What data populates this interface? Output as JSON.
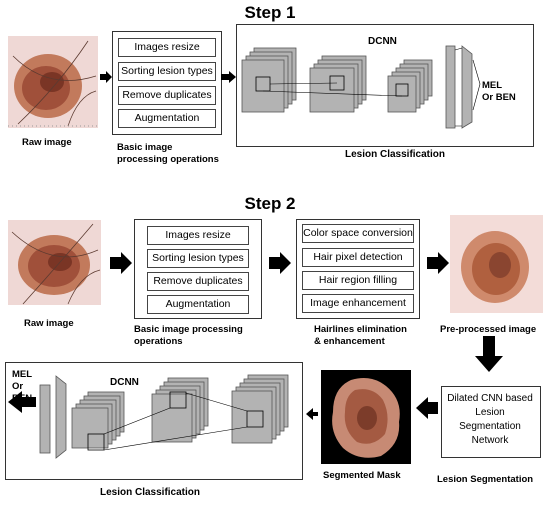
{
  "step1": {
    "title": "Step 1",
    "raw_image_caption": "Raw image",
    "preprocessing": {
      "ops": [
        "Images resize",
        "Sorting lesion types",
        "Remove duplicates",
        "Augmentation"
      ],
      "caption": "Basic image\nprocessing operations"
    },
    "network": {
      "label": "DCNN",
      "output": "MEL\nOr BEN",
      "caption": "Lesion Classification"
    }
  },
  "step2": {
    "title": "Step 2",
    "raw_image_caption": "Raw image",
    "preprocessing": {
      "ops": [
        "Images resize",
        "Sorting lesion types",
        "Remove duplicates",
        "Augmentation"
      ],
      "caption": "Basic image processing\noperations"
    },
    "hair": {
      "ops": [
        "Color space conversion",
        "Hair pixel detection",
        "Hair region filling",
        "Image enhancement"
      ],
      "caption": "Hairlines elimination\n& enhancement"
    },
    "preprocessed_caption": "Pre-processed image",
    "segmentation": {
      "box_text": "Dilated CNN based\nLesion\nSegmentation\nNetwork",
      "caption": "Lesion Segmentation"
    },
    "mask_caption": "Segmented Mask",
    "classification": {
      "label": "DCNN",
      "output": "MEL\nOr\nBEN",
      "caption": "Lesion Classification"
    }
  },
  "colors": {
    "layer_fill": "#b3b3b3",
    "layer_stroke": "#555555",
    "arrow": "#000000",
    "lesion": "#9a4b36",
    "skin": "#e8c6c0"
  }
}
